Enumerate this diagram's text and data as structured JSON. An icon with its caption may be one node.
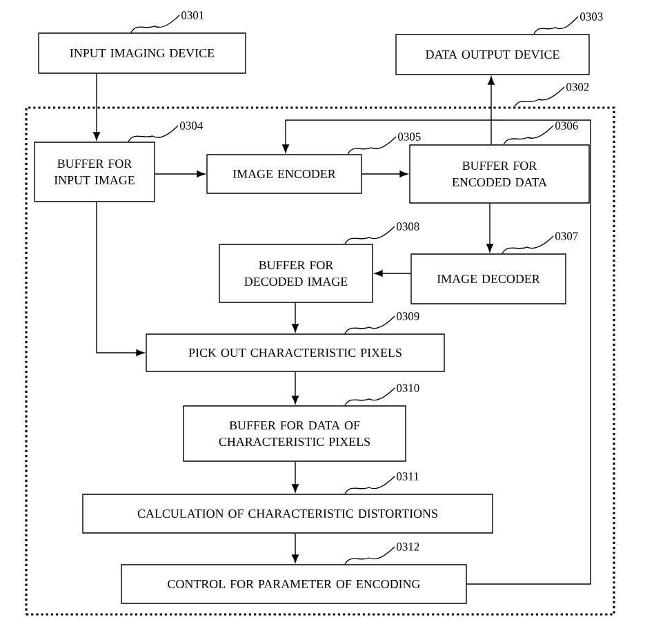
{
  "diagram": {
    "nodes": [
      {
        "text": [
          "INPUT IMAGING DEVICE"
        ]
      },
      {
        "text": [
          "DATA OUTPUT DEVICE"
        ]
      },
      {
        "text": [],
        "shape": "box"
      },
      {
        "text": [
          "BUFFER FOR INPUT IMAGE"
        ],
        "in": 2
      },
      {
        "text": [
          "IMAGE ENCODER"
        ],
        "in": 2
      },
      {
        "text": [
          "BUFFER FOR ENCODED DATA"
        ],
        "in": 2
      },
      {
        "text": [
          "BUFFER FOR DECODED IMAGE"
        ],
        "in": 2
      },
      {
        "text": [
          "IMAGE DECODER"
        ],
        "in": 2
      },
      {
        "text": [
          "PICK OUT CHARACTERISTIC PIXELS"
        ],
        "in": 2
      },
      {
        "text": [
          "BUFFER FOR DATA OF CHARACTERISTIC PIXELS"
        ],
        "in": 2
      },
      {
        "text": [
          "CALCULATION OF CHARACTERISTIC DISTORTIONS"
        ],
        "in": 2
      },
      {
        "text": [
          "CONTROL FOR PARAMETER OF ENCODING"
        ],
        "in": 2
      },
      {
        "text": [
          "0301"
        ]
      },
      {
        "text": [
          "0303"
        ]
      },
      {
        "text": [
          "0302"
        ]
      },
      {
        "text": [
          "0304"
        ],
        "in": 2
      },
      {
        "text": [
          "0305"
        ],
        "in": 2
      },
      {
        "text": [
          "0306"
        ],
        "in": 2
      },
      {
        "text": [
          "0308"
        ],
        "in": 2
      },
      {
        "text": [
          "0307"
        ],
        "in": 2
      },
      {
        "text": [
          "0309"
        ],
        "in": 2
      },
      {
        "text": [
          "0310"
        ],
        "in": 2
      },
      {
        "text": [
          "0311"
        ],
        "in": 2
      },
      {
        "text": [
          "0312"
        ],
        "in": 2
      }
    ],
    "edges": [
      {
        "from": 0,
        "to": 3,
        "arrow": "to"
      },
      {
        "from": 3,
        "to": 4,
        "arrow": "to"
      },
      {
        "from": 4,
        "to": 5,
        "arrow": "to"
      },
      {
        "from": 5,
        "to": 1,
        "arrow": "to"
      },
      {
        "from": 5,
        "to": 7,
        "arrow": "to"
      },
      {
        "from": 7,
        "to": 6,
        "arrow": "to"
      },
      {
        "from": 6,
        "to": 8,
        "arrow": "to"
      },
      {
        "from": 3,
        "to": 8,
        "arrow": "to"
      },
      {
        "from": 8,
        "to": 9,
        "arrow": "to"
      },
      {
        "from": 9,
        "to": 10,
        "arrow": "to"
      },
      {
        "from": 10,
        "to": 11,
        "arrow": "to"
      },
      {
        "from": 11,
        "to": 4,
        "arrow": "to"
      },
      {
        "from": 12,
        "to": 0,
        "arrow": "none"
      },
      {
        "from": 13,
        "to": 1,
        "arrow": "none"
      },
      {
        "from": 14,
        "to": 2,
        "arrow": "none"
      },
      {
        "from": 15,
        "to": 3,
        "arrow": "none"
      },
      {
        "from": 16,
        "to": 4,
        "arrow": "none"
      },
      {
        "from": 17,
        "to": 5,
        "arrow": "none"
      },
      {
        "from": 18,
        "to": 6,
        "arrow": "none"
      },
      {
        "from": 19,
        "to": 7,
        "arrow": "none"
      },
      {
        "from": 20,
        "to": 8,
        "arrow": "none"
      },
      {
        "from": 21,
        "to": 9,
        "arrow": "none"
      },
      {
        "from": 22,
        "to": 10,
        "arrow": "none"
      },
      {
        "from": 23,
        "to": 11,
        "arrow": "none"
      }
    ]
  }
}
